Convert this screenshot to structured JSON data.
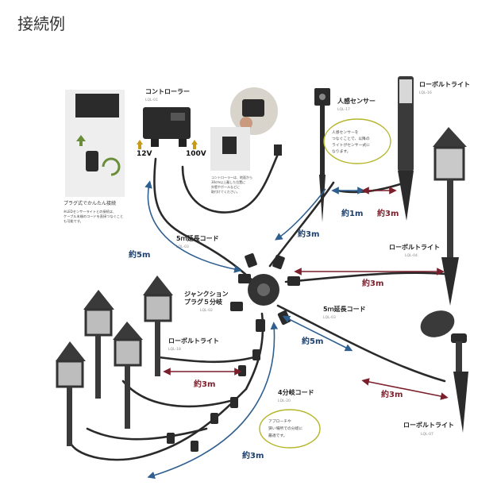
{
  "page": {
    "title": "接続例"
  },
  "controller": {
    "label": "コントローラー",
    "code": "LQL-01",
    "v12": "12V",
    "v100": "100V"
  },
  "plug_note": {
    "label": "プラグ式でかんたん接続",
    "text1": "※LEDセンサーライトとの接続は、",
    "text2": "ケーブル末端のコードを直接つなぐこと",
    "text3": "も可能です。"
  },
  "controller_note": {
    "line1": "コントローラーは、地面から",
    "line2": "30cm以上離した位置に",
    "line3": "外壁やポールなどに",
    "line4": "取付けてください。"
  },
  "sensor": {
    "label": "人感センサー",
    "code": "LQL-17",
    "bubble1": "人感センサーを",
    "bubble2": "つなぐことで、以降の",
    "bubble3": "ライトがセンサー式に",
    "bubble4": "なります。"
  },
  "bollard_top": {
    "label": "ローボルトライト",
    "code": "LQL-16"
  },
  "bollard_lantern": {
    "label": "ローボルトライト",
    "code": "LQL-04"
  },
  "bollard_spot": {
    "label": "ローボルトライト",
    "code": "LQL-07"
  },
  "bollard_left": {
    "label": "ローボルトライト",
    "code": "LQL-18"
  },
  "ext_cord1": {
    "label": "5ｍ延長コード",
    "code": "LQL-03"
  },
  "ext_cord2": {
    "label": "5ｍ延長コード",
    "code": "LQL-03"
  },
  "junction": {
    "label1": "ジャンクション",
    "label2": "プラグ５分岐",
    "code": "LQL-02"
  },
  "branch4": {
    "label": "4分岐コード",
    "code": "LQL-20"
  },
  "approach_bubble": {
    "line1": "アプローチや",
    "line2": "狭い場所での分岐に",
    "line3": "最適です。"
  },
  "measures": {
    "m1": "約1m",
    "m3a": "約3m",
    "m3b": "約3m",
    "m5a": "約5m",
    "m3c": "約3m",
    "m3d": "約3m",
    "m5b": "約5m",
    "m3e": "約3m",
    "m3f": "約3m"
  },
  "colors": {
    "blue": "#2f5f8f",
    "red": "#7a1f2b",
    "cable": "#2a2a2a",
    "bubble": "#b5b52a"
  }
}
